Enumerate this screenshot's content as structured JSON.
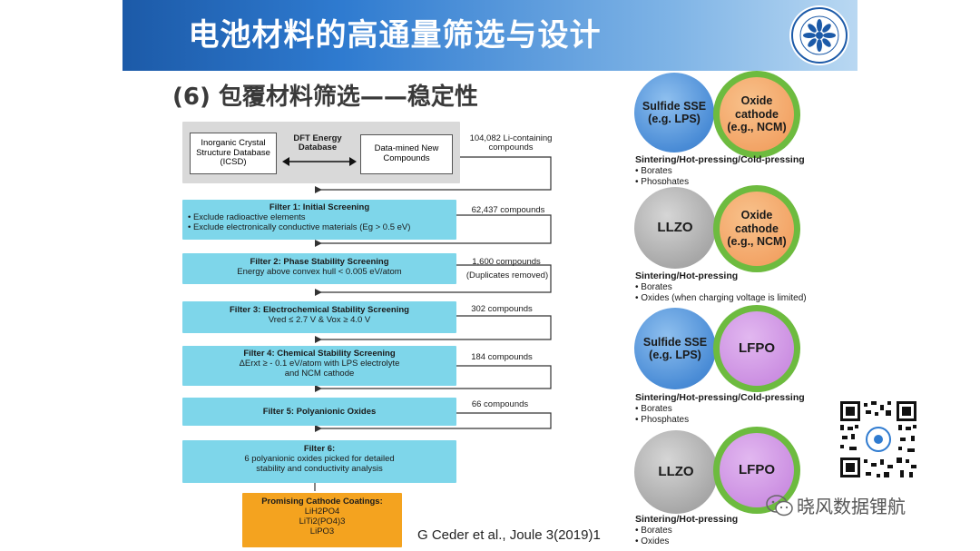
{
  "header": {
    "title": "电池材料的高通量筛选与设计",
    "subtitle": "(6) 包覆材料筛选——稳定性"
  },
  "flowchart": {
    "db_left": "Inorganic Crystal Structure Database (ICSD)",
    "db_center": "DFT Energy Database",
    "db_right": "Data-mined New Compounds",
    "count_0": "104,082 Li-containing compounds",
    "filter1_title": "Filter 1: Initial Screening",
    "filter1_line1": "• Exclude radioactive elements",
    "filter1_line2": "• Exclude electronically conductive materials (Eg > 0.5 eV)",
    "count_1": "62,437 compounds",
    "filter2_title": "Filter 2: Phase Stability Screening",
    "filter2_line1": "Energy above convex hull < 0.005 eV/atom",
    "count_2": "1,600 compounds",
    "count_2_note": "(Duplicates removed)",
    "filter3_title": "Filter 3: Electrochemical Stability Screening",
    "filter3_line1": "Vred ≤ 2.7 V & Vox ≥ 4.0 V",
    "count_3": "302 compounds",
    "filter4_title": "Filter 4: Chemical Stability Screening",
    "filter4_line1": "ΔErxt ≥ - 0.1 eV/atom with LPS electrolyte",
    "filter4_line2": "and NCM cathode",
    "count_4": "184 compounds",
    "filter5_title": "Filter 5: Polyanionic Oxides",
    "count_5": "66 compounds",
    "filter6_title": "Filter 6:",
    "filter6_line1": "6 polyanionic oxides picked for detailed",
    "filter6_line2": "stability and conductivity analysis",
    "result_title": "Promising Cathode Coatings:",
    "result_1": "LiH2PO4",
    "result_2": "LiTi2(PO4)3",
    "result_3": "LiPO3"
  },
  "pairs": [
    {
      "left": "Sulfide SSE (e.g. LPS)",
      "right": "Oxide cathode (e.g., NCM)",
      "process": "Sintering/Hot-pressing/Cold-pressing",
      "bullets": [
        "• Borates",
        "• Phosphates"
      ]
    },
    {
      "left": "LLZO",
      "right": "Oxide cathode (e.g., NCM)",
      "process": "Sintering/Hot-pressing",
      "bullets": [
        "• Borates",
        "• Oxides (when charging voltage is limited)"
      ]
    },
    {
      "left": "Sulfide SSE (e.g. LPS)",
      "right": "LFPO",
      "process": "Sintering/Hot-pressing/Cold-pressing",
      "bullets": [
        "• Borates",
        "• Phosphates"
      ]
    },
    {
      "left": "LLZO",
      "right": "LFPO",
      "process": "Sintering/Hot-pressing",
      "bullets": [
        "• Borates",
        "• Oxides"
      ]
    }
  ],
  "citation": "G Ceder et al., Joule 3(2019)1",
  "watermark": "晓风数据锂航",
  "colors": {
    "banner": "#2f7bd0",
    "filter": "#7ed6ea",
    "result": "#f4a31f",
    "sulfide": "#4a8cd6",
    "llzo": "#a8a8a8",
    "oxide_cathode": "#f2a061",
    "lfpo": "#c98ae0",
    "ring": "#6dbb3f"
  }
}
